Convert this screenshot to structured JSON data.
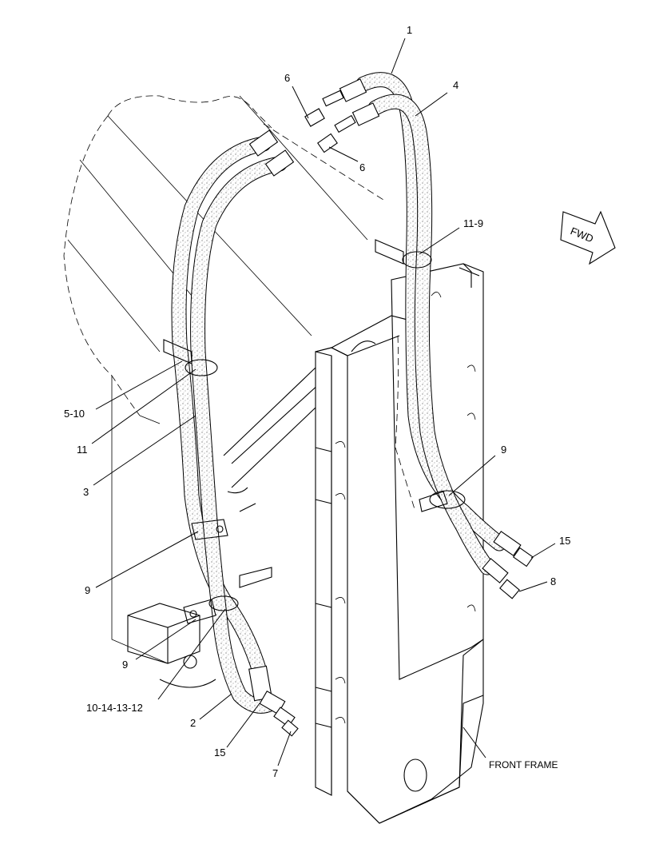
{
  "callouts": {
    "c1": "1",
    "c4": "4",
    "c6a": "6",
    "c6b": "6",
    "c11_9": "11-9",
    "c5_10": "5-10",
    "c11": "11",
    "c3": "3",
    "c9_right": "9",
    "c15_right": "15",
    "c8": "8",
    "c9_mid": "9",
    "c9_low": "9",
    "c10_14_13_12": "10-14-13-12",
    "c2": "2",
    "c15_low": "15",
    "c7": "7"
  },
  "fwd_label": "FWD",
  "front_frame_label": "FRONT FRAME"
}
